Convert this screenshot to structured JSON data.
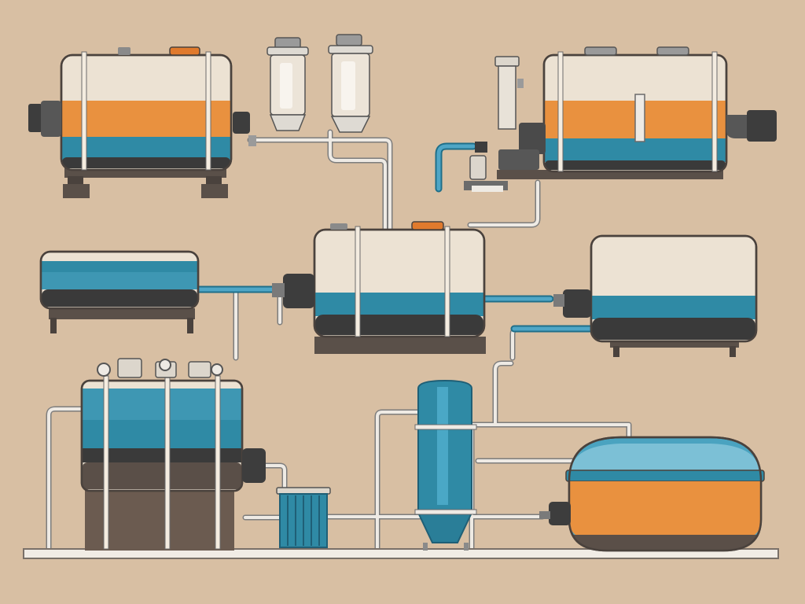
{
  "scene": {
    "text": "",
    "colors": {
      "background": "#d8bfa3",
      "cream": "#ece2d3",
      "creamLight": "#f4ece0",
      "orange": "#e9913f",
      "teal": "#2f8aa5",
      "tealDark": "#1f6f89",
      "charcoal": "#3a3a3a",
      "brownBase": "#6b5b50",
      "pipe": "#eeeae4",
      "pipeEdge": "#7d7d7d"
    },
    "components": [
      "top-left-tank",
      "filter-cartridge-1",
      "filter-cartridge-2",
      "top-right-tank",
      "middle-left-tank",
      "center-tank",
      "middle-right-tank",
      "bottom-left-tank",
      "small-filter-canister",
      "vertical-teal-tank",
      "bottom-right-round-tank",
      "floor-rail",
      "pipework"
    ]
  }
}
